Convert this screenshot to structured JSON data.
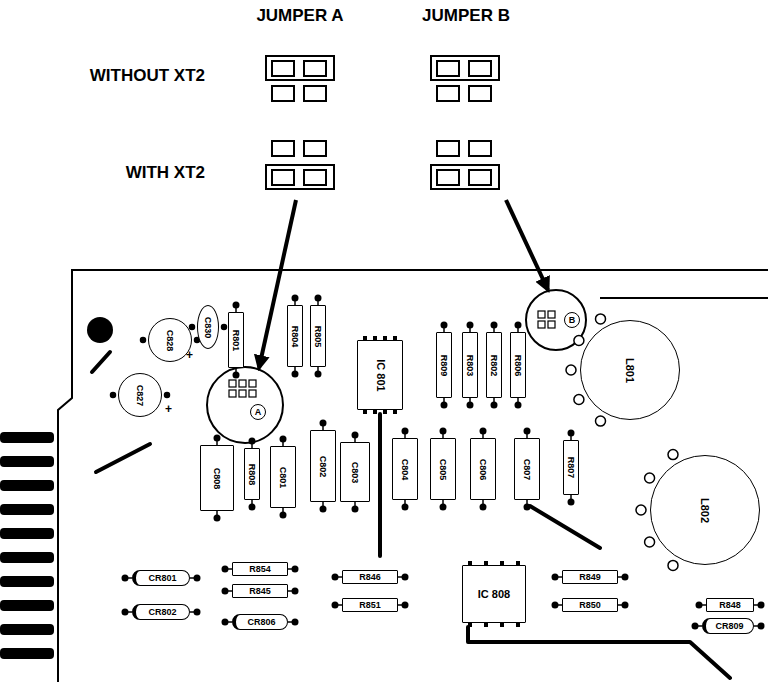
{
  "diagram": {
    "nodes": [
      {
        "text": [
          "C828"
        ]
      },
      {
        "text": [
          "C830"
        ]
      },
      {
        "text": [
          "R801"
        ]
      },
      {
        "text": [
          "R804"
        ]
      },
      {
        "text": [
          "R805"
        ]
      },
      {
        "text": [
          "IC 801"
        ]
      },
      {
        "text": [
          "R809"
        ]
      },
      {
        "text": [
          "R803"
        ]
      },
      {
        "text": [
          "R802"
        ]
      },
      {
        "text": [
          "R806"
        ]
      },
      {
        "text": [
          "B"
        ]
      },
      {
        "text": [
          "L801"
        ]
      },
      {
        "text": [
          "C827"
        ]
      },
      {
        "text": [
          "A"
        ]
      },
      {
        "text": [
          "C808"
        ]
      },
      {
        "text": [
          "R808"
        ]
      },
      {
        "text": [
          "C801"
        ]
      },
      {
        "text": [
          "C802"
        ]
      },
      {
        "text": [
          "C803"
        ]
      },
      {
        "text": [
          "C804"
        ]
      },
      {
        "text": [
          "C805"
        ]
      },
      {
        "text": [
          "C806"
        ]
      },
      {
        "text": [
          "C807"
        ]
      },
      {
        "text": [
          "R807"
        ]
      },
      {
        "text": [
          "L802"
        ]
      },
      {
        "text": [
          "CR801"
        ]
      },
      {
        "text": [
          "CR802"
        ]
      },
      {
        "text": [
          "R854"
        ]
      },
      {
        "text": [
          "R845"
        ]
      },
      {
        "text": [
          "CR806"
        ]
      },
      {
        "text": [
          "R846"
        ]
      },
      {
        "text": [
          "R851"
        ]
      },
      {
        "text": [
          "IC 808"
        ]
      },
      {
        "text": [
          "R849"
        ]
      },
      {
        "text": [
          "R850"
        ]
      },
      {
        "text": [
          "R848"
        ]
      },
      {
        "text": [
          "CR809"
        ]
      }
    ],
    "labels": [
      "JUMPER A",
      "JUMPER B",
      "WITHOUT XT2",
      "WITH XT2",
      "+",
      "+"
    ]
  }
}
